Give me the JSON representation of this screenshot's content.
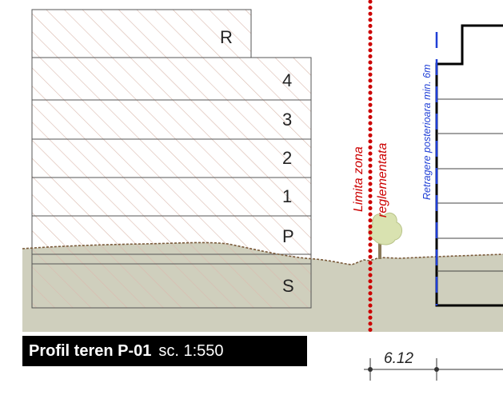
{
  "floors": [
    {
      "label": "R"
    },
    {
      "label": "4"
    },
    {
      "label": "3"
    },
    {
      "label": "2"
    },
    {
      "label": "1"
    },
    {
      "label": "P"
    },
    {
      "label": "S"
    }
  ],
  "limit_line": {
    "line1": "Limita zona",
    "line2": "reglementata",
    "color": "#cc0000"
  },
  "setback": {
    "label": "Retragere posterioara min. 6m",
    "color": "#1f3fd6"
  },
  "title": {
    "bold": "Profil teren P-01",
    "scale": "sc. 1:550"
  },
  "dimension": {
    "value": "6.12"
  },
  "colors": {
    "ground": "#cfcfbd",
    "hatch": "#d9b9ad",
    "tree": "#d9e2b0",
    "terrain_line": "#7a5a3a"
  }
}
